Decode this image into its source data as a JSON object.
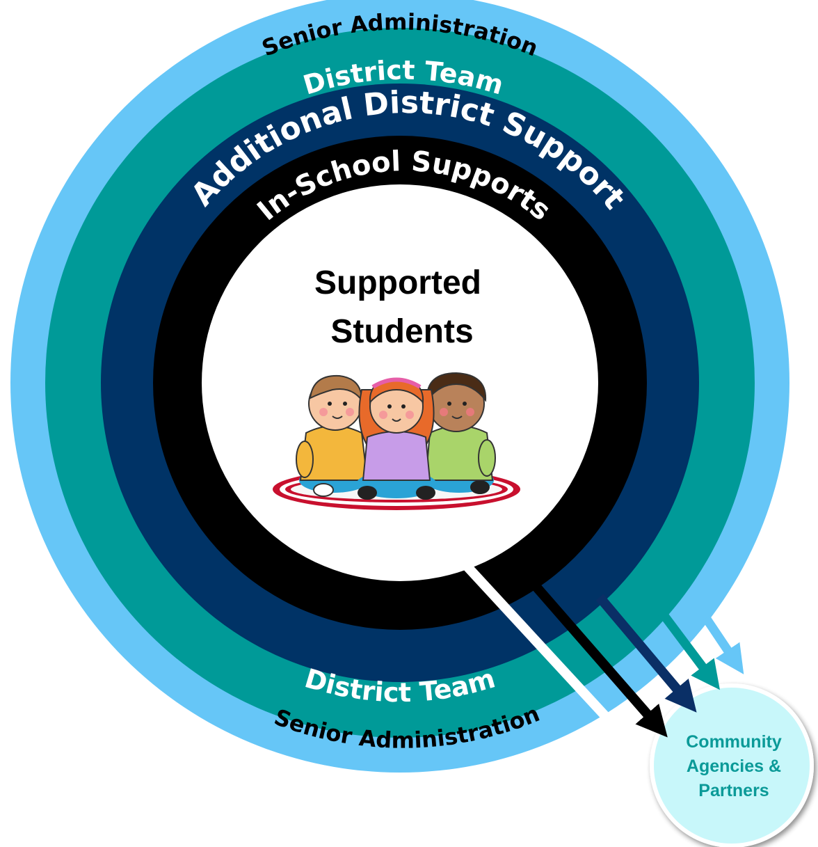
{
  "rings": {
    "senior_administration_top": "Senior Administration",
    "district_team_top": "District Team",
    "additional_district_support": "Additional District Support",
    "in_school_supports": "In-School Supports",
    "district_team_bottom": "District Team",
    "senior_administration_bottom": "Senior Administration"
  },
  "center": {
    "line1": "Supported",
    "line2": "Students",
    "illustration": "three-children-sitting-on-rug"
  },
  "partners": {
    "line1": "Community",
    "line2": "Agencies &",
    "line3": "Partners"
  },
  "colors": {
    "senior_administration": "#66c6f7",
    "district_team": "#009a98",
    "additional_district_support": "#003366",
    "in_school_supports": "#000000",
    "center": "#ffffff",
    "partners_fill": "#c8f7fa",
    "partners_text": "#0b9a98"
  }
}
